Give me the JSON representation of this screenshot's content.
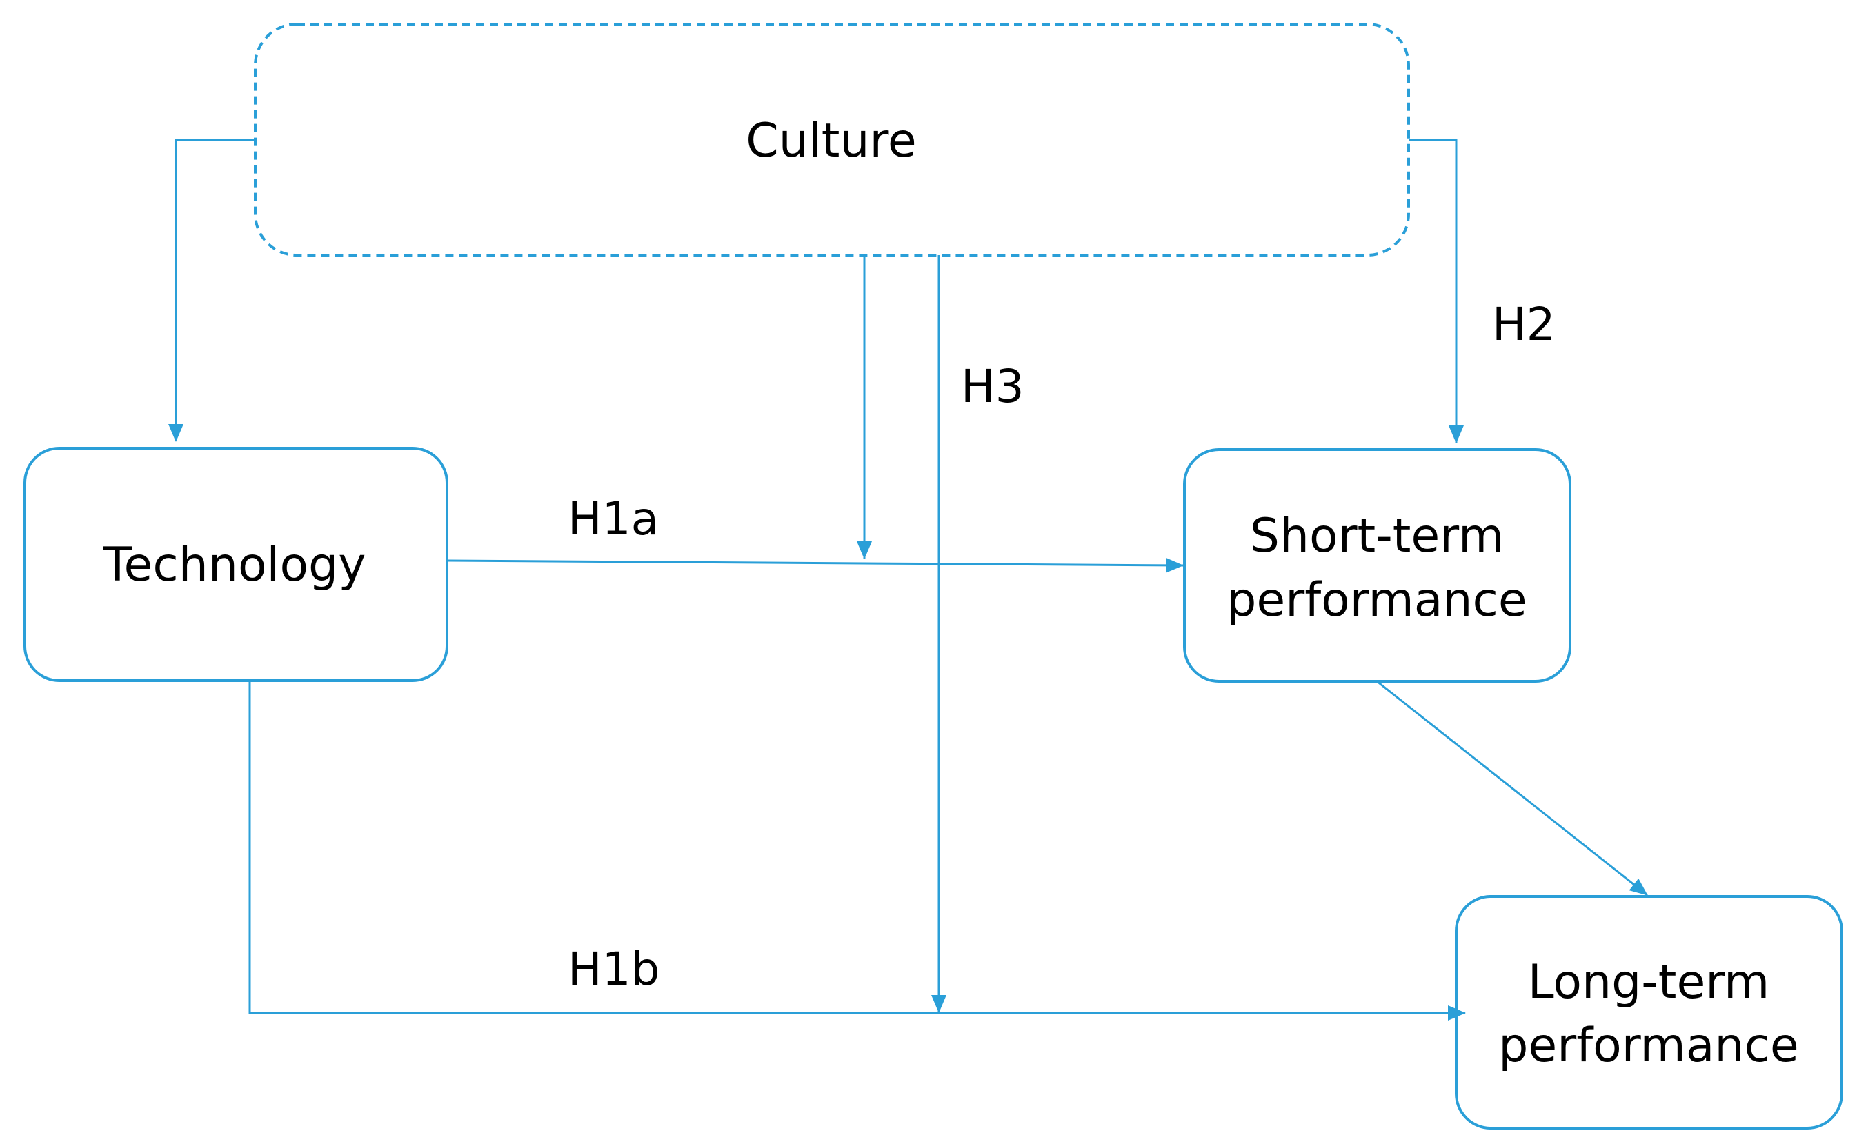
{
  "diagram": {
    "nodes": {
      "culture": {
        "label": "Culture"
      },
      "technology": {
        "label": "Technology"
      },
      "short_term": {
        "line1": "Short-term",
        "line2": "performance"
      },
      "long_term": {
        "line1": "Long-term",
        "line2": "performance"
      }
    },
    "edges": {
      "h1a": "H1a",
      "h1b": "H1b",
      "h2": "H2",
      "h3": "H3"
    },
    "colors": {
      "stroke": "#2a9fd8",
      "text": "#000000"
    }
  }
}
